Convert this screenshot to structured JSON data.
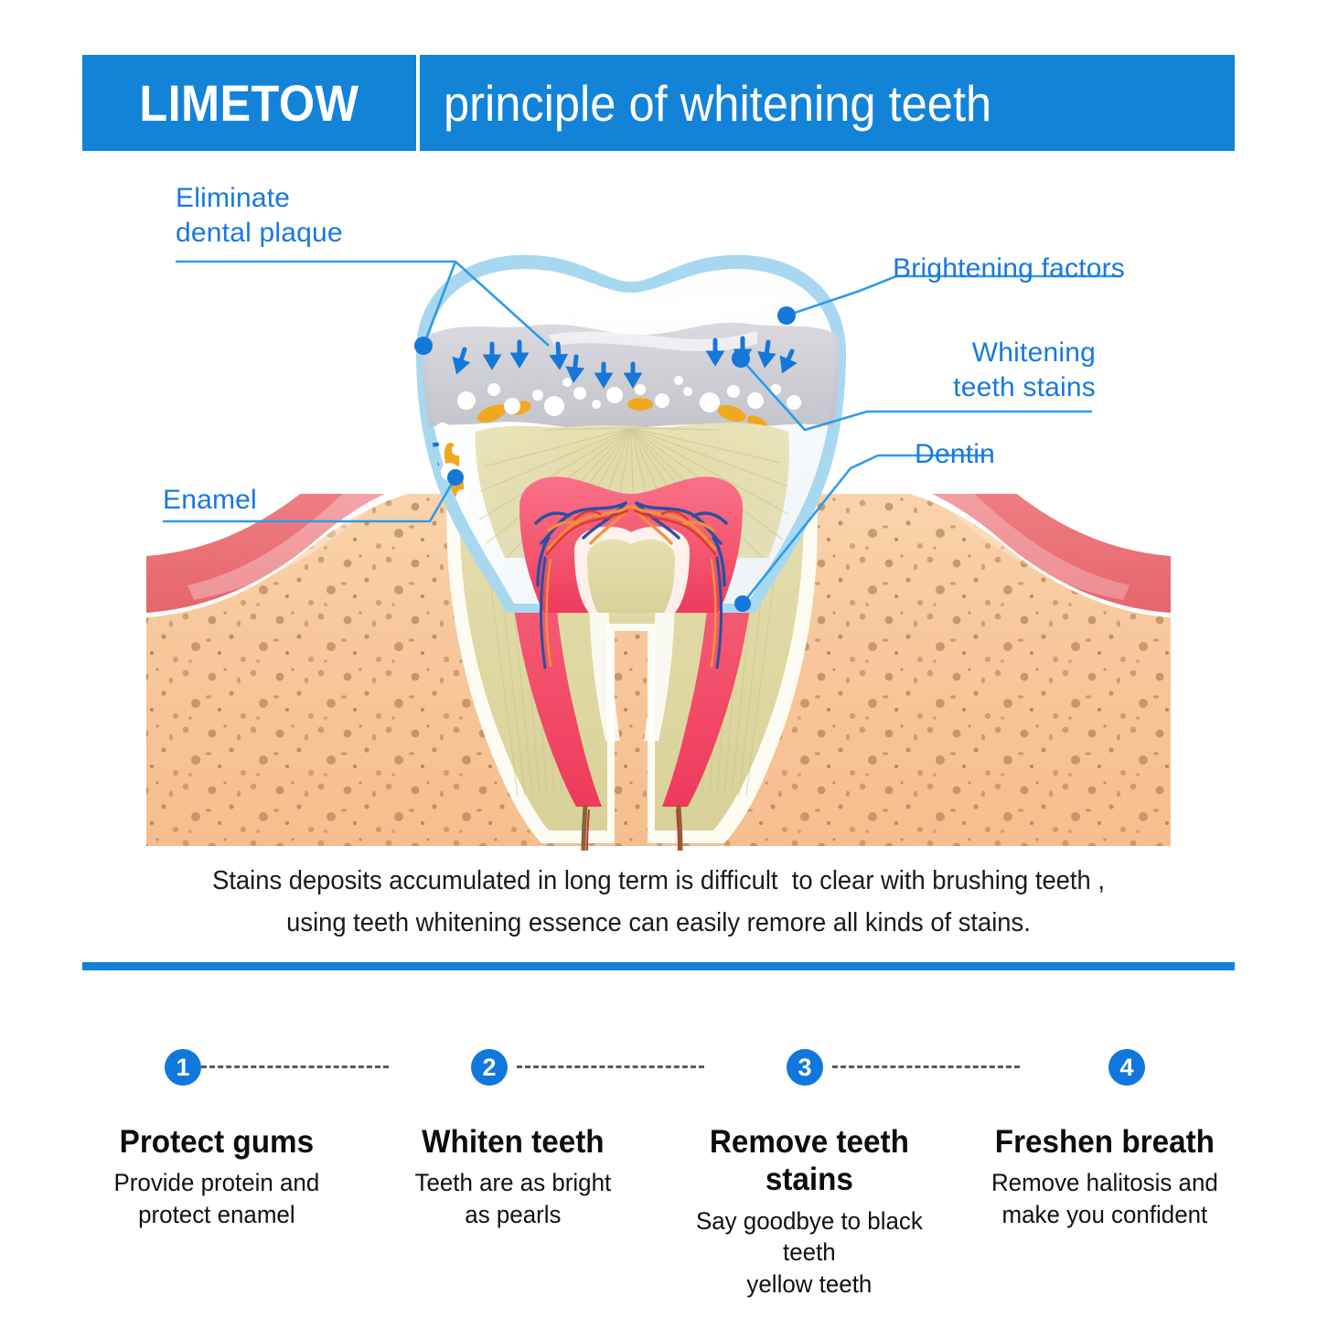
{
  "header": {
    "brand": "LIMETOW",
    "title": "principle of whitening teeth"
  },
  "diagram": {
    "callouts": [
      {
        "id": "eliminate-dental-plaque",
        "label": "Eliminate\ndental plaque"
      },
      {
        "id": "brightening-factors",
        "label": "Brightening factors"
      },
      {
        "id": "whitening-teeth-stains",
        "label": "Whitening\nteeth stains"
      },
      {
        "id": "enamel",
        "label": "Enamel"
      },
      {
        "id": "dentin",
        "label": "Dentin"
      }
    ],
    "colors": {
      "accent_blue": "#1383D8",
      "label_blue": "#1878E0",
      "leader_blue": "#2D9CE8",
      "enamel_outline": "#A8D8F0",
      "enamel_white": "#FBFDFE",
      "plaque_gray": "#C9C9CE",
      "dentin_beige": "#DFD9A8",
      "pulp_pink": "#F4607A",
      "gum_pink": "#EE8284",
      "bone_peach": "#F8C99A",
      "stain_orange": "#F0A81E"
    }
  },
  "caption": {
    "line1": "Stains deposits accumulated in long term is difficult  to clear with brushing teeth ,",
    "line2": "using teeth whitening essence can easily remore all kinds of stains."
  },
  "steps": [
    {
      "number": "1",
      "title": "Protect gums",
      "desc": "Provide protein and\nprotect enamel"
    },
    {
      "number": "2",
      "title": "Whiten teeth",
      "desc": "Teeth are as bright\nas pearls"
    },
    {
      "number": "3",
      "title": "Remove teeth stains",
      "desc": "Say goodbye to black teeth\nyellow teeth"
    },
    {
      "number": "4",
      "title": "Freshen breath",
      "desc": "Remove halitosis and\nmake you confident"
    }
  ]
}
